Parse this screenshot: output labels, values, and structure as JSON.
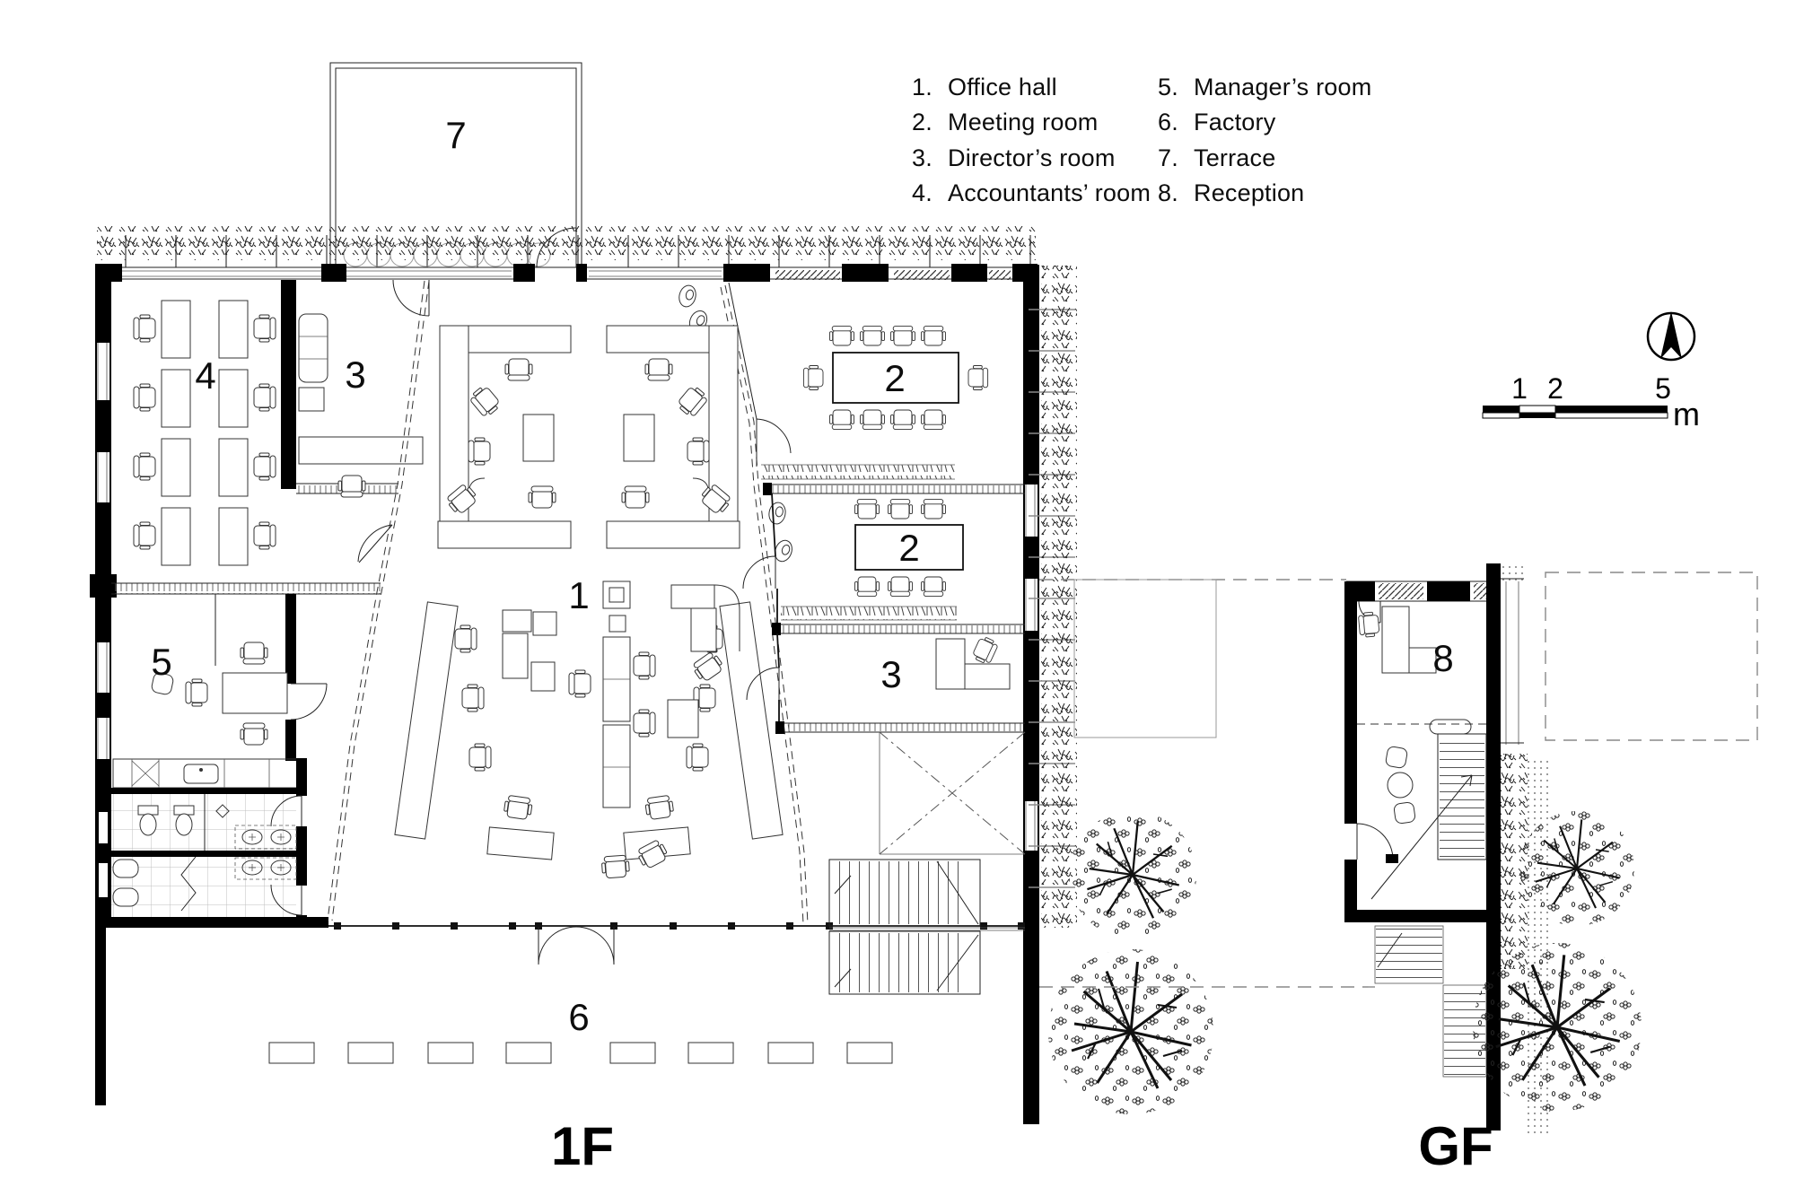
{
  "colors": {
    "ink": "#1f1f1f",
    "wall": "#000000",
    "hatch": "#444444",
    "foliage": "#1c1c1c",
    "tile": "#9a9a9a"
  },
  "legend": {
    "items": [
      {
        "num": "1.",
        "label": "Office hall"
      },
      {
        "num": "2.",
        "label": "Meeting room"
      },
      {
        "num": "3.",
        "label": "Director’s room"
      },
      {
        "num": "4.",
        "label": "Accountants’ room"
      },
      {
        "num": "5.",
        "label": "Manager’s room"
      },
      {
        "num": "6.",
        "label": "Factory"
      },
      {
        "num": "7.",
        "label": "Terrace"
      },
      {
        "num": "8.",
        "label": "Reception"
      }
    ]
  },
  "plans": {
    "f1": {
      "title": "1F",
      "rooms": {
        "hall": "1",
        "meeting_top": "2",
        "meeting_bottom": "2",
        "director_top": "3",
        "director_bottom": "3",
        "accountants": "4",
        "manager": "5",
        "factory": "6",
        "terrace": "7"
      }
    },
    "gf": {
      "title": "GF",
      "rooms": {
        "reception": "8"
      }
    }
  },
  "scale_bar": {
    "ticks": [
      "1",
      "2",
      "5"
    ],
    "unit": "m"
  }
}
